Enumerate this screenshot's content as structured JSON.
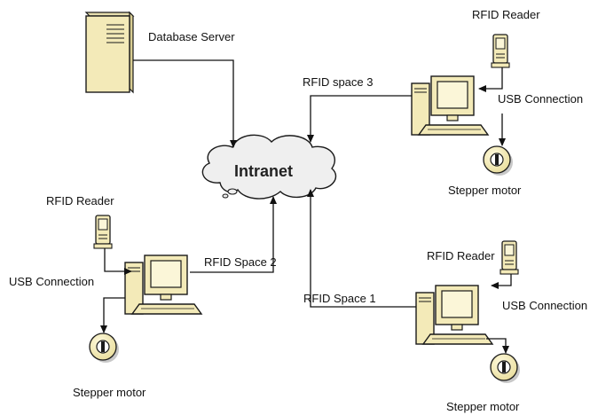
{
  "cloud": {
    "label": "Intranet"
  },
  "server": {
    "label": "Database Server"
  },
  "stations": {
    "space3": {
      "space_label": "RFID space 3",
      "reader_label": "RFID Reader",
      "usb_label": "USB Connection",
      "motor_label": "Stepper motor"
    },
    "space2": {
      "space_label": "RFID Space 2",
      "reader_label": "RFID Reader",
      "usb_label": "USB Connection",
      "motor_label": "Stepper motor"
    },
    "space1": {
      "space_label": "RFID Space 1",
      "reader_label": "RFID Reader",
      "usb_label": "USB Connection",
      "motor_label": "Stepper motor"
    }
  },
  "colors": {
    "device_fill": "#f3eab8",
    "device_stroke": "#1a1a1a",
    "line": "#111111",
    "cloud_fill": "#efefef"
  },
  "icons": [
    "server-icon",
    "cloud-icon",
    "computer-icon",
    "rfid-reader-icon",
    "stepper-motor-icon"
  ]
}
